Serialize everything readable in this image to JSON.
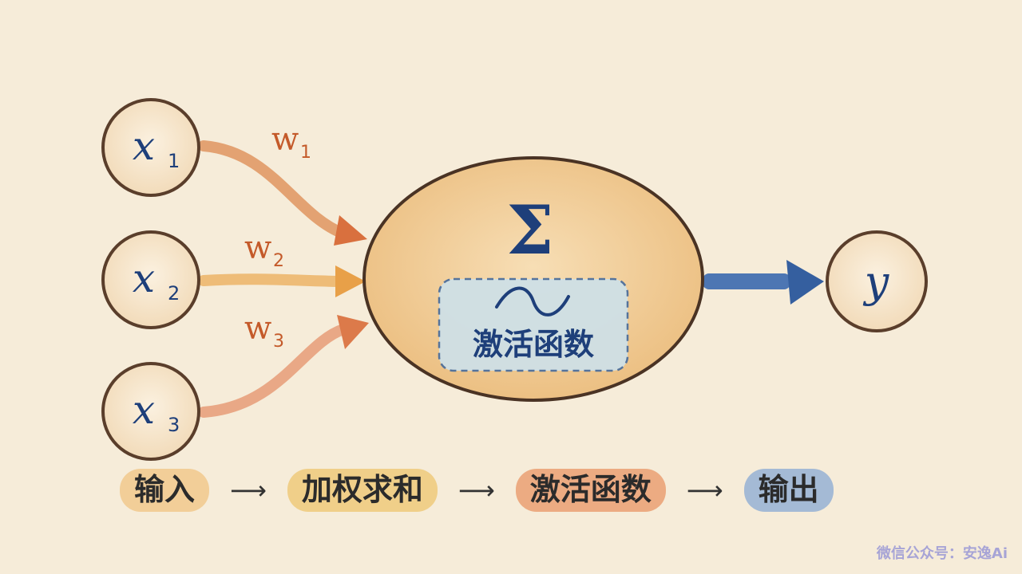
{
  "inputs": [
    {
      "label": "x",
      "sub": "1"
    },
    {
      "label": "x",
      "sub": "2"
    },
    {
      "label": "x",
      "sub": "3"
    }
  ],
  "weights": [
    {
      "label": "w",
      "sub": "1"
    },
    {
      "label": "w",
      "sub": "2"
    },
    {
      "label": "w",
      "sub": "3"
    }
  ],
  "neuron": {
    "sum_symbol": "Σ",
    "wave_symbol": "∼",
    "activation_label": "激活函数"
  },
  "output": {
    "label": "y"
  },
  "flow": {
    "steps": [
      "输入",
      "加权求和",
      "激活函数",
      "输出"
    ],
    "arrow": "⟶"
  },
  "watermark": "微信公众号：安逸Ai",
  "colors": {
    "background": "#f6ecd9",
    "node_fill": "#f9ebd3",
    "node_stroke": "#5a3e2b",
    "neuron_fill": "#f1cc95",
    "activation_box": "#cfe0e6",
    "text_blue": "#1e3f7a",
    "weight_color": "#c45a2a",
    "output_arrow": "#3c66a8"
  }
}
